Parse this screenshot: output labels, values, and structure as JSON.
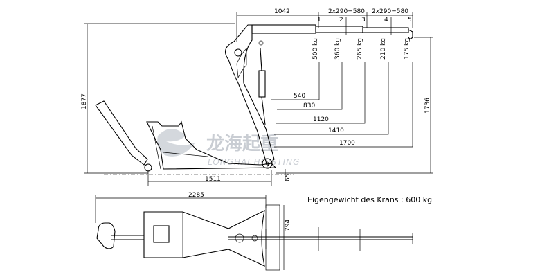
{
  "dimensions": {
    "reach_top": "1042",
    "ext_1": "2x290=580",
    "ext_2": "2x290=580",
    "height_total": "1877",
    "height_hook": "1736",
    "base_length": "1511",
    "ground_clear": "65",
    "plan_length": "2285",
    "plan_width": "794"
  },
  "positions": [
    {
      "num": "1",
      "load": "500 kg",
      "reach": "540"
    },
    {
      "num": "2",
      "load": "360 kg",
      "reach": "830"
    },
    {
      "num": "3",
      "load": "265 kg",
      "reach": "1120"
    },
    {
      "num": "4",
      "load": "210 kg",
      "reach": "1410"
    },
    {
      "num": "5",
      "load": "175 kg",
      "reach": "1700"
    }
  ],
  "weight_note": "Eigengewicht des Krans : 600 kg",
  "watermark": {
    "cn": "龙海起重",
    "en": "LONGHAI HOISTING"
  }
}
